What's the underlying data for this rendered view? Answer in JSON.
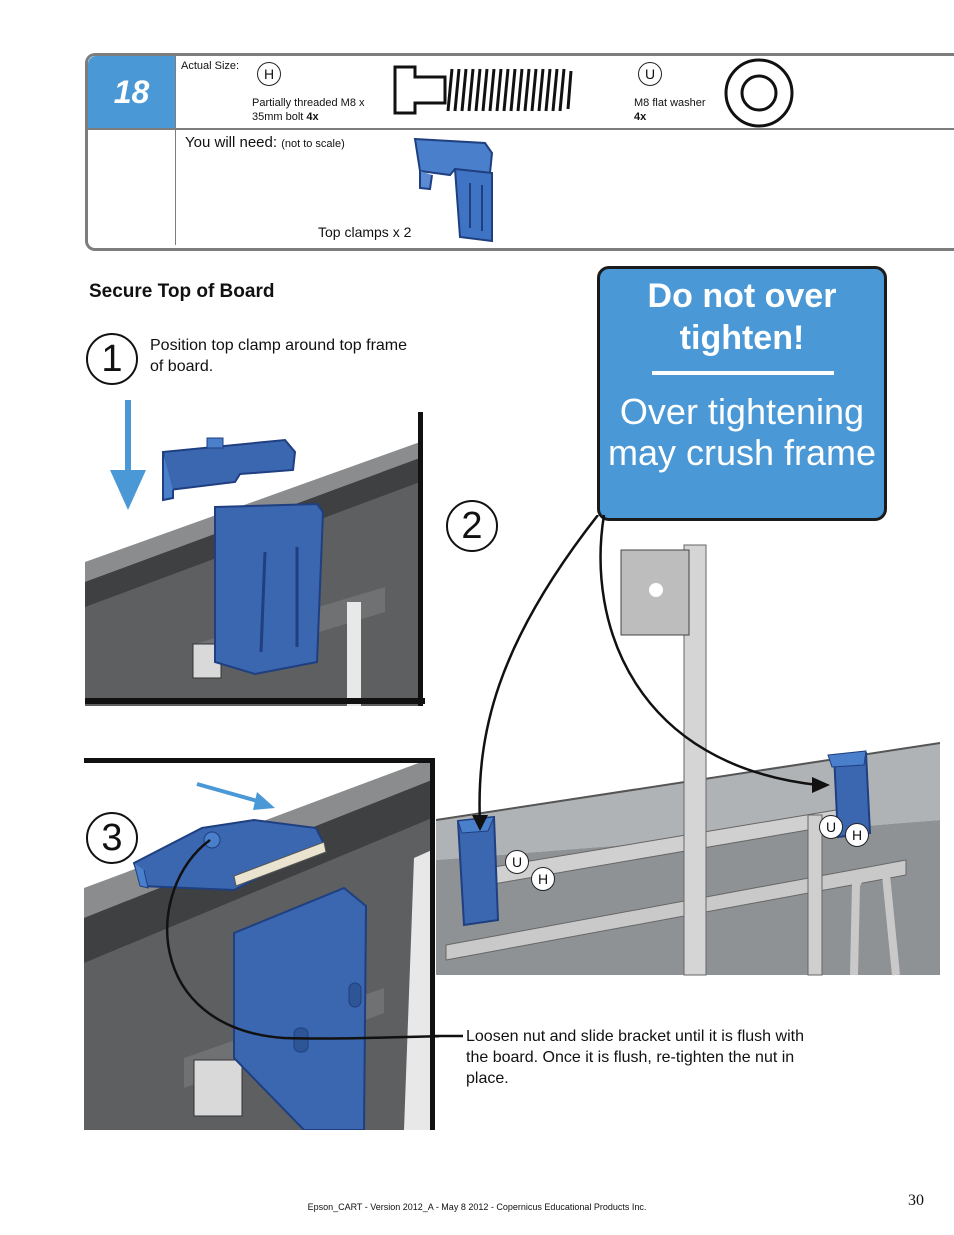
{
  "step": {
    "number": "18",
    "actual_size_label": "Actual Size:",
    "parts": [
      {
        "tag": "H",
        "description": "Partially threaded M8 x 35mm bolt",
        "qty": "4x"
      },
      {
        "tag": "U",
        "description": "M8 flat washer",
        "qty": "4x"
      }
    ],
    "you_will_need_label": "You will need:",
    "not_to_scale": "(not to scale)",
    "clamps_label": "Top clamps x 2"
  },
  "section_title": "Secure Top of Board",
  "steps": [
    {
      "number": "1",
      "text": "Position top clamp around top frame of board."
    },
    {
      "number": "2"
    },
    {
      "number": "3"
    }
  ],
  "warning": {
    "title": "Do not over tighten!",
    "body": "Over tightening may crush frame"
  },
  "diagram_tags": {
    "u1": "U",
    "h1": "H",
    "u2": "U",
    "h2": "H"
  },
  "instruction": "Loosen nut and slide bracket until it is flush with the board. Once it is flush, re-tighten the nut in place.",
  "footer": "Epson_CART - Version 2012_A - May 8 2012 - Copernicus Educational Products Inc.",
  "page_number": "30",
  "colors": {
    "accent_blue": "#4a98d6",
    "clamp_blue": "#3a67b0",
    "frame_gray": "#5a5c5e"
  }
}
